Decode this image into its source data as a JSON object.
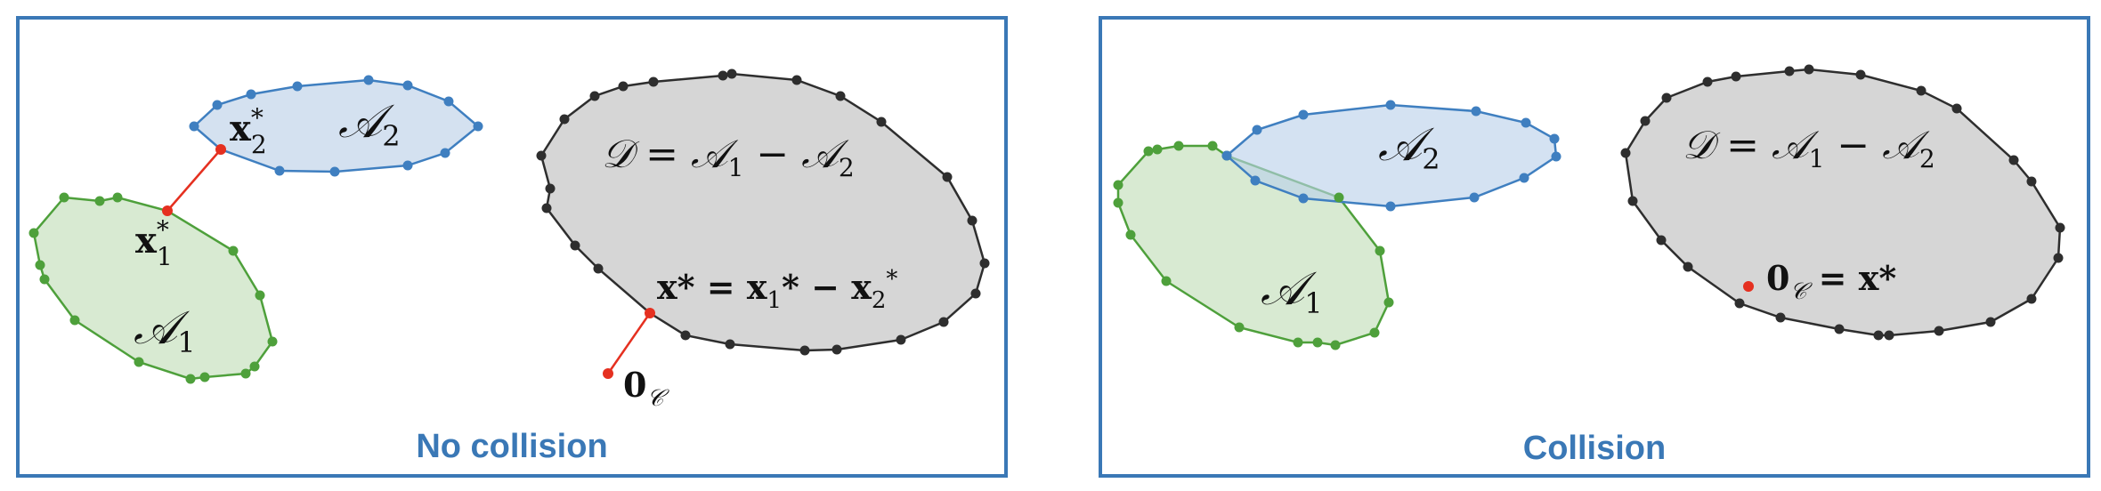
{
  "colors": {
    "frame": "#3a78b6",
    "caption": "#3a78b6",
    "green_fill": "#d8ead2",
    "green_edge": "#4ea03b",
    "blue_fill": "#d4e1f0",
    "blue_edge": "#3f7fc0",
    "gray_fill": "#d6d6d6",
    "gray_edge": "#2e2e2e",
    "red": "#e53020"
  },
  "panels": [
    {
      "caption": "No collision",
      "labels": {
        "a1": "𝒜",
        "a1_sub": "1",
        "a2": "𝒜",
        "a2_sub": "2",
        "x1": "x",
        "x1_sup": "*",
        "x1_sub": "1",
        "x2": "x",
        "x2_sup": "*",
        "x2_sub": "2",
        "d_eq": "𝒟 = 𝒜",
        "d_sub1": "1",
        "d_minus": " − 𝒜",
        "d_sub2": "2",
        "xstar_eq": "x* = x",
        "xstar_sub1": "1",
        "xstar_minus": "* − x",
        "xstar_sub2": "2",
        "xstar_end": "*",
        "zero": "0",
        "zero_sub": "𝒞"
      }
    },
    {
      "caption": "Collision",
      "labels": {
        "a1": "𝒜",
        "a1_sub": "1",
        "a2": "𝒜",
        "a2_sub": "2",
        "d_eq": "𝒟 = 𝒜",
        "d_sub1": "1",
        "d_minus": " − 𝒜",
        "d_sub2": "2",
        "zero": "0",
        "zero_sub": "𝒞",
        "zero_eq": " = x*"
      }
    }
  ]
}
